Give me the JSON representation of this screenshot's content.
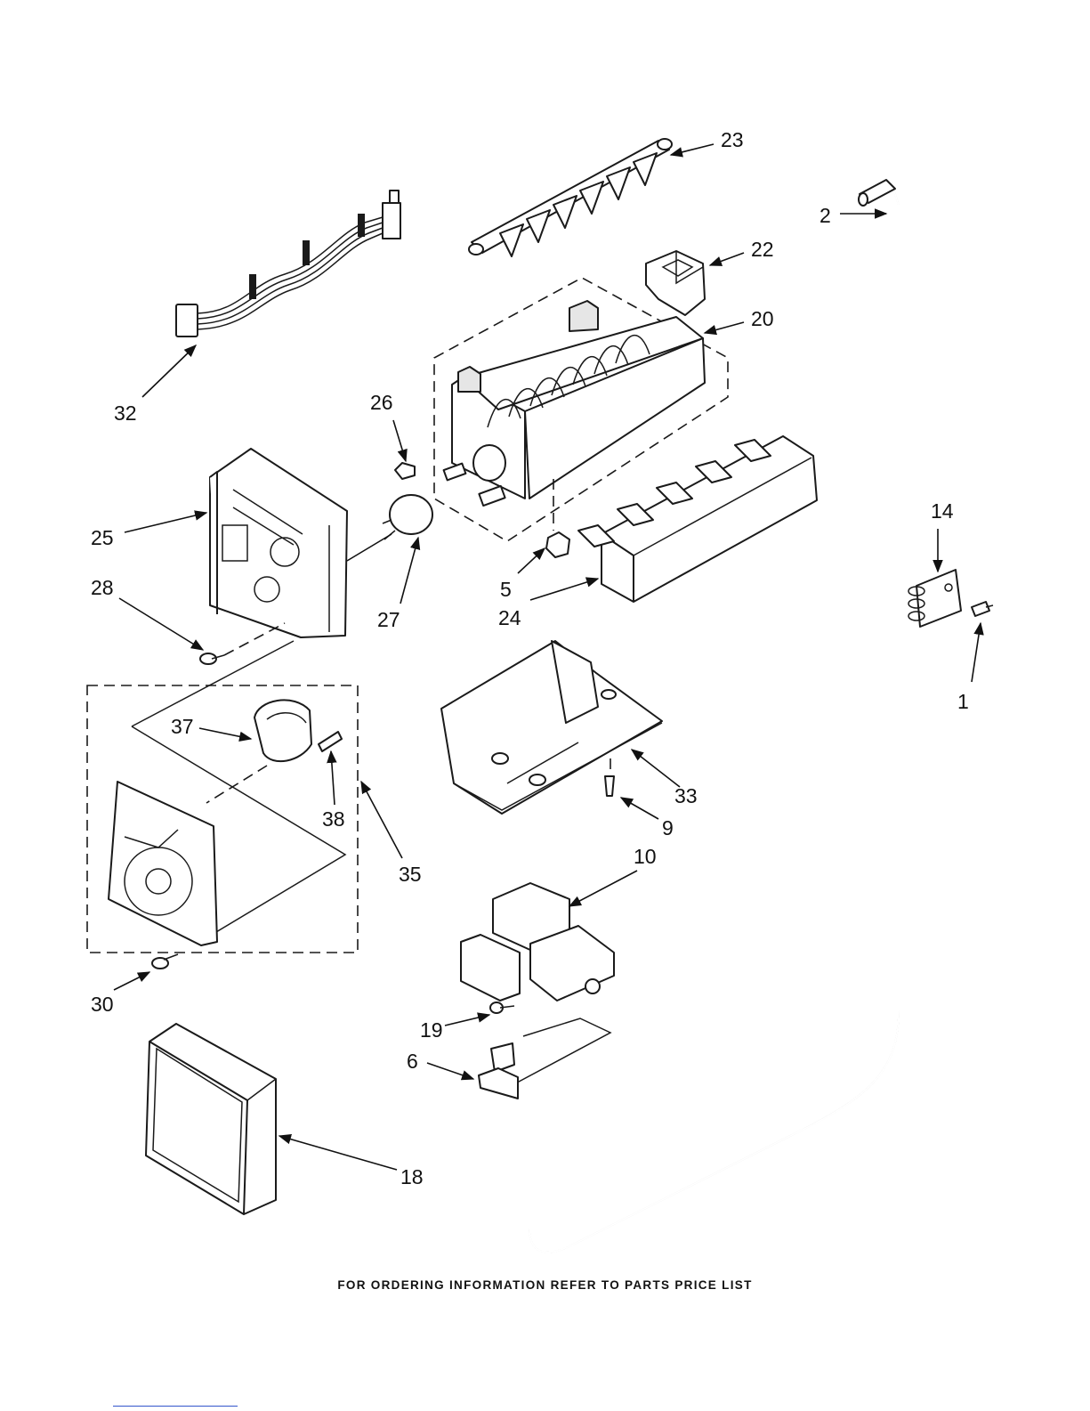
{
  "footer_text": "FOR ORDERING INFORMATION REFER TO PARTS PRICE LIST",
  "labels": {
    "p1": "1",
    "p2": "2",
    "p5": "5",
    "p6": "6",
    "p9": "9",
    "p10": "10",
    "p14": "14",
    "p18": "18",
    "p19": "19",
    "p20": "20",
    "p22": "22",
    "p23": "23",
    "p24": "24",
    "p25": "25",
    "p26": "26",
    "p27": "27",
    "p28": "28",
    "p30": "30",
    "p32": "32",
    "p33": "33",
    "p35": "35",
    "p37": "37",
    "p38": "38"
  }
}
